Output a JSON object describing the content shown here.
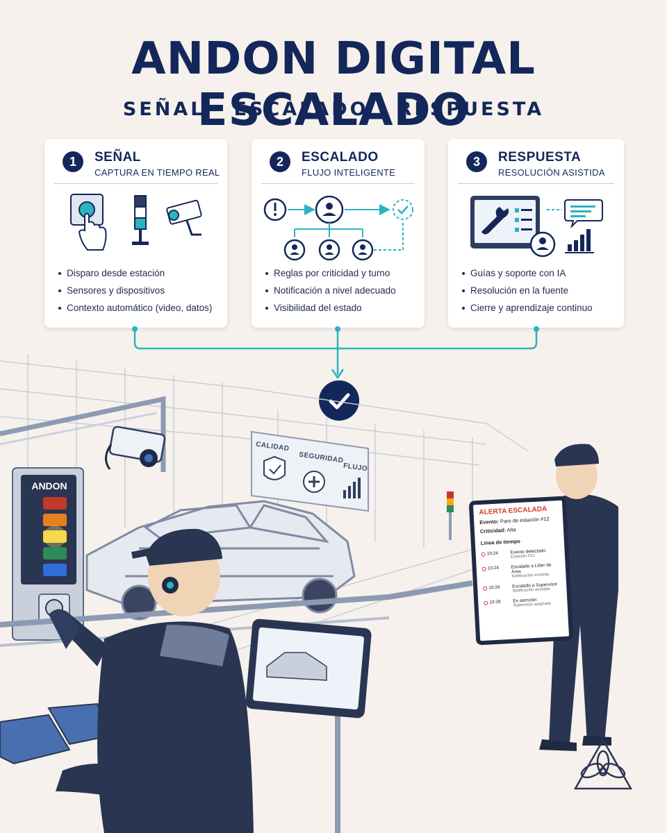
{
  "header": {
    "title": "ANDON DIGITAL ESCALADO",
    "subtitle": "SEÑAL · ESCALADO · RESPUESTA"
  },
  "cards": [
    {
      "number": "1",
      "title": "SEÑAL",
      "subtitle": "CAPTURA EN TIEMPO REAL",
      "icons": [
        "push-button-icon",
        "stack-light-icon",
        "camera-icon"
      ],
      "bullets": [
        "Disparo desde estación",
        "Sensores y dispositivos",
        "Contexto automático (video, datos)"
      ]
    },
    {
      "number": "2",
      "title": "ESCALADO",
      "subtitle": "FLUJO INTELIGENTE",
      "icons": [
        "alert-icon",
        "user-icon",
        "check-icon"
      ],
      "bullets": [
        "Reglas por criticidad y turno",
        "Notificación a nivel adecuado",
        "Visibilidad del estado"
      ]
    },
    {
      "number": "3",
      "title": "RESPUESTA",
      "subtitle": "RESOLUCIÓN ASISTIDA",
      "icons": [
        "wrench-monitor-icon",
        "chat-icon",
        "bar-chart-icon",
        "user-icon"
      ],
      "bullets": [
        "Guías y soporte con IA",
        "Resolución en la fuente",
        "Cierre y aprendizaje continuo"
      ]
    }
  ],
  "scene": {
    "andon_label": "ANDON",
    "tags": [
      "CALIDAD",
      "SEGURIDAD",
      "FLUJO"
    ],
    "alert": {
      "title": "ALERTA ESCALADA",
      "event_label": "Evento:",
      "event_value": "Paro de estación #12",
      "crit_label": "Criticidad:",
      "crit_value": "Alta",
      "timeline_label": "Línea de tiempo",
      "timeline": [
        {
          "time": "10:24",
          "text": "Evento detectado",
          "note": "Estación #12"
        },
        {
          "time": "10:24",
          "text": "Escalado a Líder de Área",
          "note": "Notificación enviada"
        },
        {
          "time": "10:26",
          "text": "Escalado a Supervisor",
          "note": "Notificación enviada"
        },
        {
          "time": "10:28",
          "text": "En atención",
          "note": "Supervisor asignado"
        }
      ]
    }
  },
  "colors": {
    "navy": "#13275a",
    "teal": "#2bb3c0",
    "alert_red": "#d23a2a",
    "background": "#f6f1ec"
  }
}
